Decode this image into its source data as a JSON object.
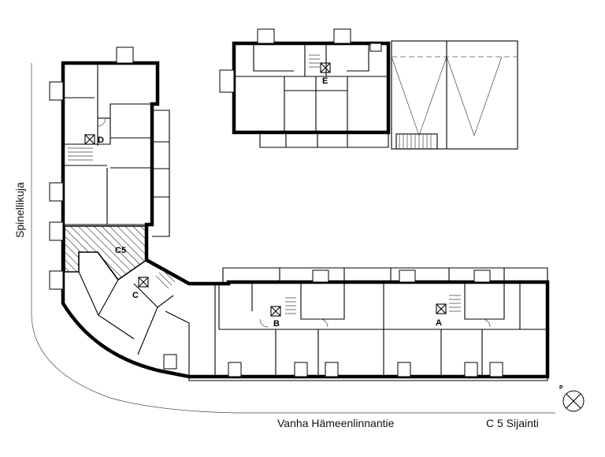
{
  "labels": {
    "street_left": "Spinellikuja",
    "street_bottom": "Vanha Hämeenlinnantie",
    "caption": "C 5 Sijainti",
    "block": "C5",
    "stair_a": "A",
    "stair_b": "B",
    "stair_c": "C",
    "stair_d": "D",
    "stair_e": "E",
    "north_mark": "P"
  },
  "icons": {
    "compass": "north-arrow-icon",
    "stair_marker": "cross-box-icon",
    "door": "door-swing-icon"
  },
  "colors": {
    "walls": "#000000",
    "background": "#ffffff",
    "hatch": "#000000"
  }
}
